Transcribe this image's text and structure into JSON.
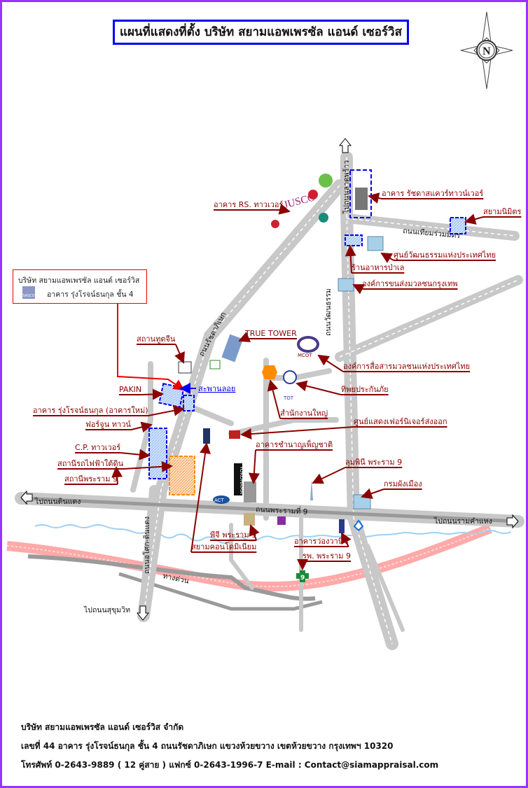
{
  "title": "แผนที่แสดงที่ตั้ง บริษัท สยามแอพเพรซัล แอนด์ เซอร์วิส",
  "compass": {
    "letter": "N"
  },
  "office_box": {
    "company": "บริษัท สยามแอพเพรซัล แอนด์ เซอร์วิส",
    "logo_text": "SASCO",
    "building": "อาคาร รุ่งโรจน์ธนกุล ชั้น 4"
  },
  "roads": {
    "ratchadaphisek": "ถนนรัชดาภิเษก",
    "watthanatham": "ถนนวัฒนธรรม",
    "to_lat_phrao": "ไปถนนลาดพร้าว",
    "thiam_ruam_mit": "ถนนเทียมร่วมมิตร",
    "rama9": "ถนนพระรามที่ 9",
    "to_din_daeng": "ไปถนนดินแดง",
    "to_ramkhamhaeng": "ไปถนนรามคำแหง",
    "asok_din_daeng": "ถนนอโศก-ดินแดง",
    "to_sukhumvit": "ไปถนนสุขุมวิท",
    "expressway": "ทางด่วน",
    "footbridge": "สะพานลอย"
  },
  "landmarks": [
    "อาคาร รัชดาสแควร์ทาวน์เวอร์",
    "สยามนิมิตร",
    "ศูนย์วัฒนธรรมแห่งประเทศไทย",
    "ร้านอาหารป่าเล",
    "องค์การขนส่งมวลชนกรุงเทพ",
    "อาคาร RS. ทาวเวอร์",
    "สถานทูตจีน",
    "TRUE TOWER",
    "องค์การสื่อสารมวลชนแห่งประเทศไทย",
    "ทิพยประกันภัย",
    "สำนักงานใหญ่",
    "ศูนย์แสดงเฟอร์นิเจอร์ส่งออก",
    "อาคารชำนาญเพ็ญชาติ",
    "ลุมพินี พระราม 9",
    "กรมผังเมือง",
    "PAKIN",
    "อาคาร รุ่งโรจน์ธนกุล (อาคารใหม่)",
    "ฟอร์จูน ทาวน์",
    "C.P. ทาวเวอร์",
    "สถานีรถไฟฟ้าใต้ดิน",
    "สถานีพระราม 9",
    "พีจี พระราม 9",
    "สยามคอนโดมิเนียม",
    "อาคารว่องวานิช",
    "รพ. พระราม 9"
  ],
  "logos": {
    "jusco": "JUSCO",
    "mcot": "MCOT",
    "tot": "TOT",
    "act": "ACT",
    "yokohama": "YOKOHAMA",
    "hospital": "9"
  },
  "footer": {
    "company": "บริษัท สยามแอพเพรซัล  แอนด์  เซอร์วิส จำกัด",
    "address": "เลขที่ 44 อาคาร รุ่งโรจน์ธนกุล ชั้น 4 ถนนรัชดาภิเษก  แขวงห้วยขวาง  เขตห้วยขวาง กรุงเทพฯ 10320",
    "contact": "โทรศัพท์ 0-2643-9889 ( 12 คู่สาย ) แฟกซ์ 0-2643-1996-7 E-mail : Contact@siamappraisal.com"
  },
  "colors": {
    "border": "#9933ff",
    "title_border": "#0000ee",
    "leader": "#8b0000",
    "road": "#c8c8c8",
    "expressway": "#ff8080"
  }
}
